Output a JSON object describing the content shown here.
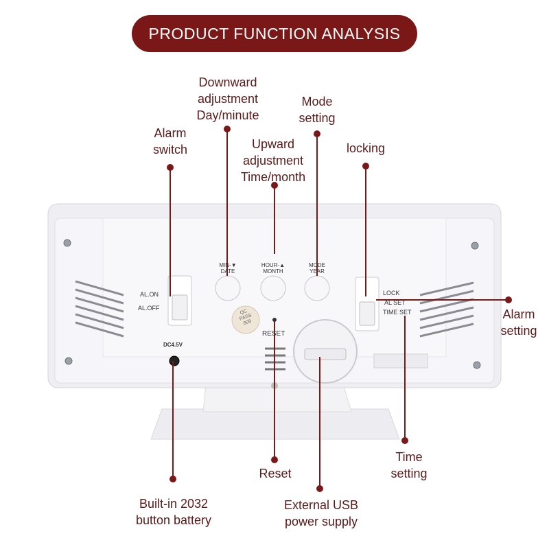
{
  "title": "PRODUCT FUNCTION ANALYSIS",
  "colors": {
    "accent": "#7a1818",
    "label_text": "#5a1a1a",
    "device_body": "#f2f1f6"
  },
  "callouts": {
    "down_adjust": [
      "Downward",
      "adjustment",
      "Day/minute"
    ],
    "alarm_switch": [
      "Alarm",
      "switch"
    ],
    "up_adjust": [
      "Upward",
      "adjustment",
      "Time/month"
    ],
    "mode_setting": [
      "Mode",
      "setting"
    ],
    "locking": [
      "locking"
    ],
    "alarm_setting": [
      "Alarm",
      "setting"
    ],
    "time_setting": [
      "Time",
      "setting"
    ],
    "reset": [
      "Reset"
    ],
    "battery": [
      "Built-in 2032",
      "button battery"
    ],
    "usb_power": [
      "External USB",
      "power supply"
    ]
  },
  "device": {
    "btn_min": [
      "MIN-▼",
      "DATE"
    ],
    "btn_hour": [
      "HOUR-▲",
      "MONTH"
    ],
    "btn_mode": [
      "MODE",
      "YEAR"
    ],
    "al_on": "AL.ON",
    "al_off": "AL.OFF",
    "lock": "LOCK",
    "al_set": "AL SET",
    "time_set": "TIME SET",
    "reset": "RESET",
    "dc": "DC4.5V",
    "qc": [
      "QC",
      "PASS",
      "809"
    ]
  }
}
